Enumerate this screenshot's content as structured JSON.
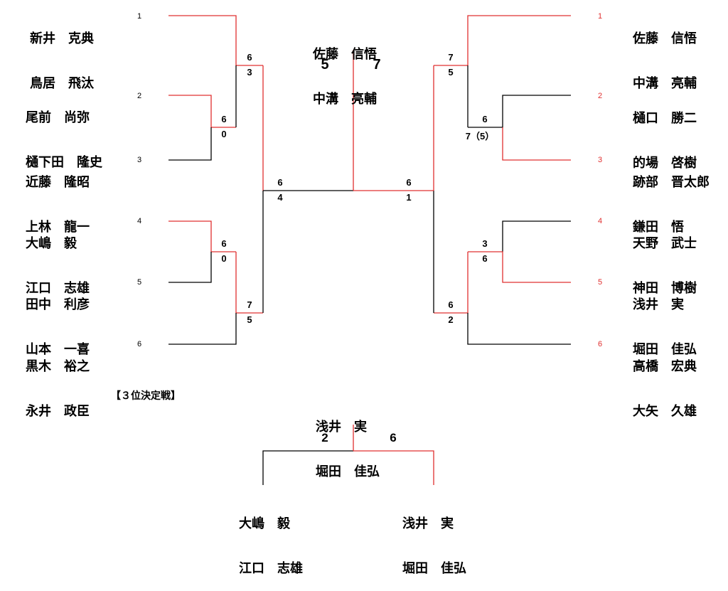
{
  "left_pairs": [
    {
      "seed": "1",
      "line1": "新井　克典",
      "line2": "鳥居　飛汰"
    },
    {
      "seed": "2",
      "line1": "尾前　尚弥",
      "line2": "樋下田　隆史"
    },
    {
      "seed": "3",
      "line1": "近藤　隆昭",
      "line2": "上林　龍一"
    },
    {
      "seed": "4",
      "line1": "大嶋　毅",
      "line2": "江口　志雄"
    },
    {
      "seed": "5",
      "line1": "田中　利彦",
      "line2": "山本　一喜"
    },
    {
      "seed": "6",
      "line1": "黒木　裕之",
      "line2": "永井　政臣"
    }
  ],
  "right_pairs": [
    {
      "seed": "1",
      "line1": "佐藤　信悟",
      "line2": "中溝　亮輔"
    },
    {
      "seed": "2",
      "line1": "樋口　勝二",
      "line2": "的場　啓樹"
    },
    {
      "seed": "3",
      "line1": "跡部　晋太郎",
      "line2": "鎌田　悟"
    },
    {
      "seed": "4",
      "line1": "天野　武士",
      "line2": "神田　博樹"
    },
    {
      "seed": "5",
      "line1": "浅井　実",
      "line2": "堀田　佳弘"
    },
    {
      "seed": "6",
      "line1": "高橋　宏典",
      "line2": "大矢　久雄"
    }
  ],
  "champion": {
    "line1": "佐藤　信悟",
    "line2": "中溝　亮輔"
  },
  "final_scores": {
    "left": "5",
    "right": "7"
  },
  "scores": {
    "l_q1_top": "6",
    "l_q1_bot": "0",
    "l_s1_top": "6",
    "l_s1_bot": "3",
    "l_q2_top": "6",
    "l_q2_bot": "0",
    "l_s2_top": "7",
    "l_s2_bot": "5",
    "l_f_top": "6",
    "l_f_bot": "4",
    "r_s1_top": "7",
    "r_s1_bot": "5",
    "r_q1_top": "6",
    "r_q1_bot": "7（5）",
    "r_f_top": "6",
    "r_f_bot": "1",
    "r_q2_top": "3",
    "r_q2_bot": "6",
    "r_s2_top": "6",
    "r_s2_bot": "2"
  },
  "third_place": {
    "title": "【３位決定戦】",
    "winner": {
      "line1": "浅井　実",
      "line2": "堀田　佳弘"
    },
    "score_left": "2",
    "score_right": "6",
    "left_pair": {
      "line1": "大嶋　毅",
      "line2": "江口　志雄"
    },
    "right_pair": {
      "line1": "浅井　実",
      "line2": "堀田　佳弘"
    }
  },
  "colors": {
    "win": "#e03030",
    "line": "#000000"
  }
}
